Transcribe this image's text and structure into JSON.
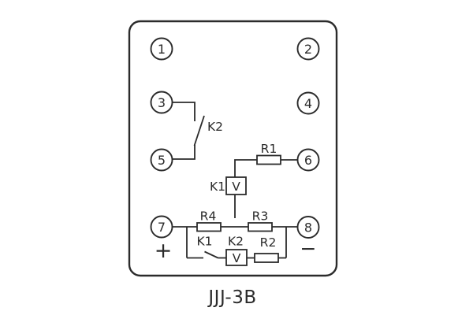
{
  "page": {
    "background_color": "#ffffff",
    "line_color": "#2b2b2b"
  },
  "caption": "JJJ-3B",
  "terminals": [
    {
      "num": "1"
    },
    {
      "num": "2"
    },
    {
      "num": "3"
    },
    {
      "num": "4"
    },
    {
      "num": "5"
    },
    {
      "num": "6"
    },
    {
      "num": "7"
    },
    {
      "num": "8"
    }
  ],
  "labels": {
    "contact_k2_top": "K2",
    "resistor_r1": "R1",
    "coil_k1_name": "K1",
    "coil_k1_symbol": "V",
    "resistor_r4": "R4",
    "resistor_r3": "R3",
    "contact_k1_bottom": "K1",
    "coil_k2_name": "K2",
    "coil_k2_symbol": "V",
    "resistor_r2": "R2",
    "polarity_plus": "+",
    "polarity_minus": "−"
  }
}
